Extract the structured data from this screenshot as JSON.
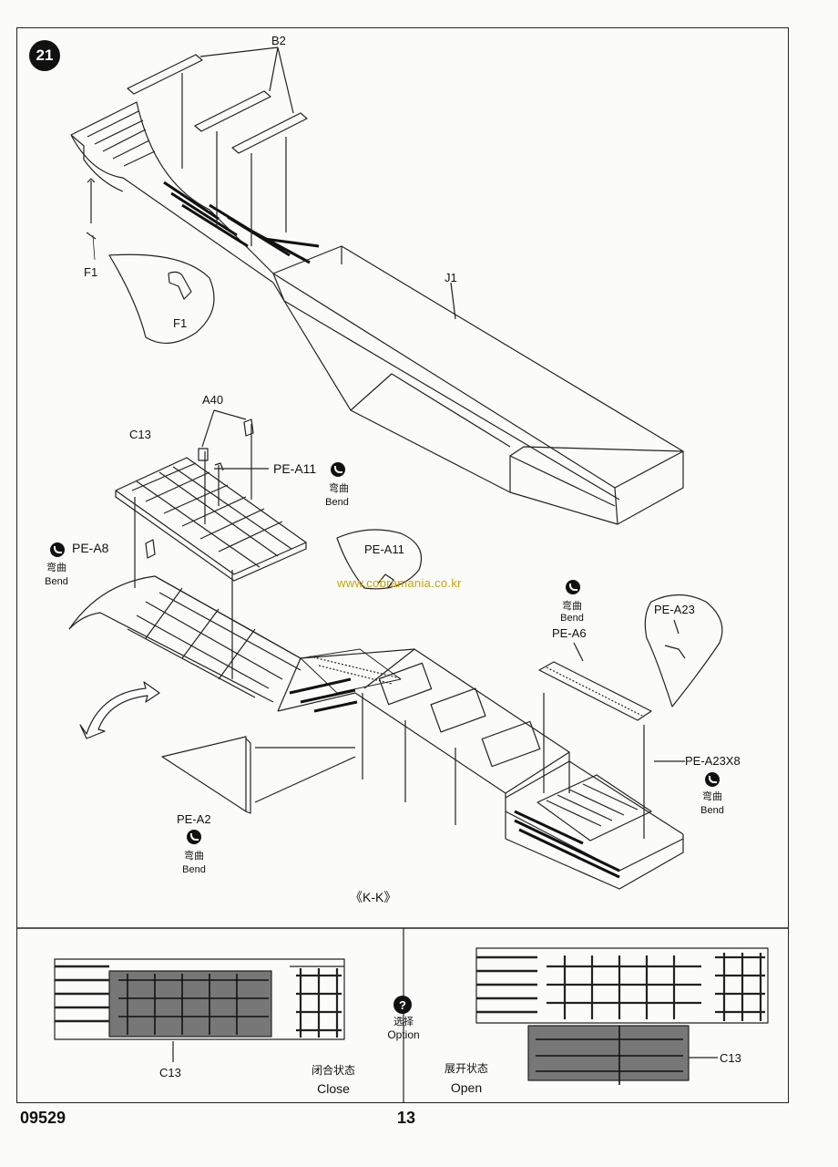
{
  "step_number": "21",
  "labels": {
    "b2": "B2",
    "f1": "F1",
    "f1_callout": "F1",
    "j1": "J1",
    "a40": "A40",
    "c13_top": "C13",
    "pe_a11": "PE-A11",
    "pe_a11_callout": "PE-A11",
    "pe_a8": "PE-A8",
    "pe_a6": "PE-A6",
    "pe_a23": "PE-A23",
    "pe_a23x8": "PE-A23X8",
    "pe_a2": "PE-A2",
    "kk": "《K-K》",
    "c13_close": "C13",
    "c13_open": "C13"
  },
  "bend": {
    "cn": "弯曲",
    "en": "Bend"
  },
  "watermark": "www.cobramania.co.kr",
  "option": {
    "cn": "选择",
    "en": "Option",
    "icon": "question-icon"
  },
  "states": {
    "close_cn": "闭合状态",
    "close_en": "Close",
    "open_cn": "展开状态",
    "open_en": "Open"
  },
  "footer": {
    "product_code": "09529",
    "page_number": "13"
  }
}
